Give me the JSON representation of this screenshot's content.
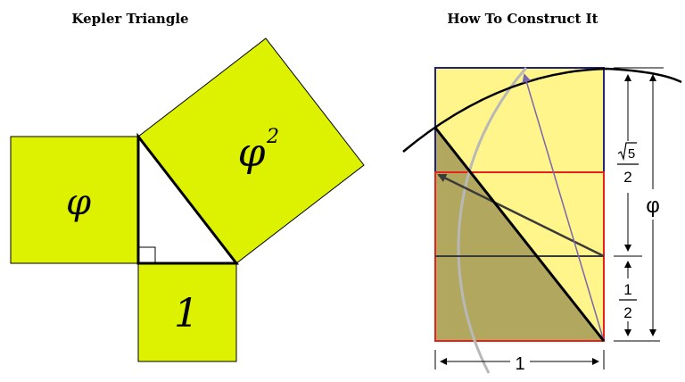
{
  "left": {
    "title": "Kepler Triangle",
    "labels": {
      "phi": "φ",
      "phi_squared_base": "φ",
      "phi_squared_exp": "2",
      "one": "1"
    }
  },
  "right": {
    "title": "How To Construct It",
    "labels": {
      "sqrt5_over_2_num": "5",
      "sqrt5_over_2_den": "2",
      "half_num": "1",
      "half_den": "2",
      "phi": "φ",
      "one": "1"
    }
  },
  "colors": {
    "square_fill": "#ddf200",
    "pale_yellow": "#fff58a",
    "olive": "#b2a75e",
    "blue_outline": "#22227a",
    "red_outline": "#e8211c",
    "purple_line": "#7a66b0",
    "gray_circle": "#b8b8b8",
    "dark_line": "#3a3a3a"
  }
}
